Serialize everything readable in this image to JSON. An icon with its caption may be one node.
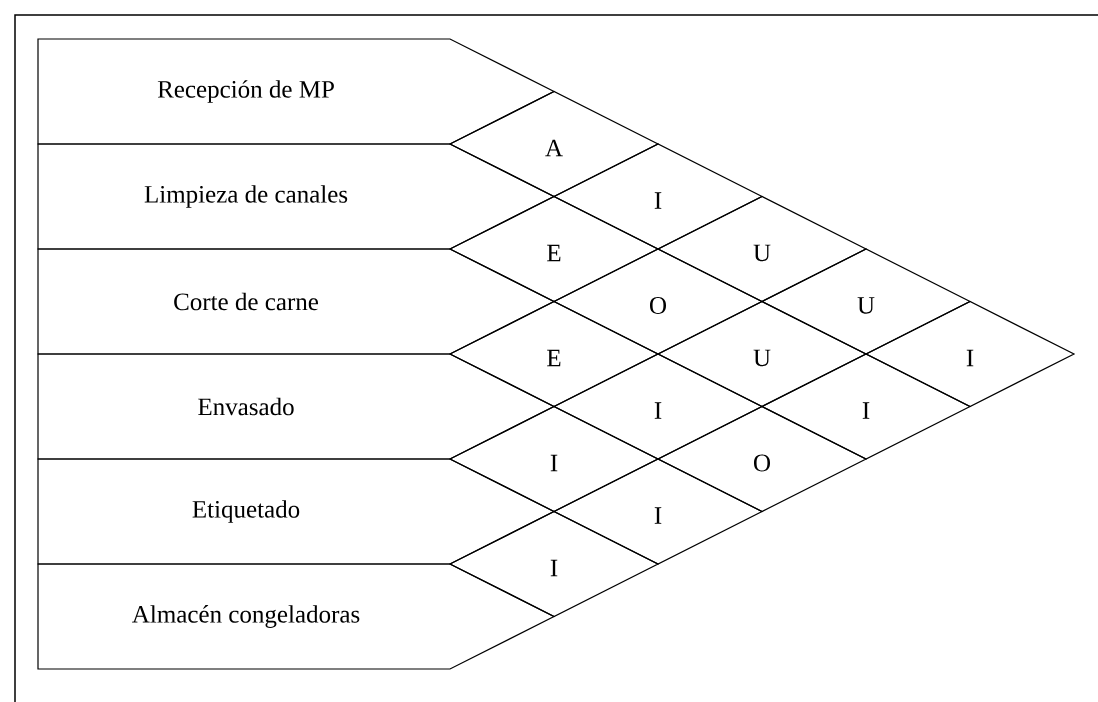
{
  "diagram": {
    "nodes": [
      {
        "text": [
          "Recepción de MP"
        ]
      },
      {
        "text": [
          "Limpieza de canales"
        ]
      },
      {
        "text": [
          "Corte de carne"
        ]
      },
      {
        "text": [
          "Envasado"
        ]
      },
      {
        "text": [
          "Etiquetado"
        ]
      },
      {
        "text": [
          "Almacén congeladoras"
        ]
      },
      {
        "text": [
          "A"
        ]
      },
      {
        "text": [
          "I"
        ]
      },
      {
        "text": [
          "E"
        ]
      },
      {
        "text": [
          "U"
        ]
      },
      {
        "text": [
          "O"
        ]
      },
      {
        "text": [
          "U"
        ]
      },
      {
        "text": [
          "E"
        ]
      },
      {
        "text": [
          "U"
        ]
      },
      {
        "text": [
          "I"
        ]
      },
      {
        "text": [
          "I"
        ]
      },
      {
        "text": [
          "I"
        ]
      },
      {
        "text": [
          "I"
        ]
      },
      {
        "text": [
          "O"
        ]
      },
      {
        "text": [
          "I"
        ]
      },
      {
        "text": [
          "I"
        ]
      }
    ]
  }
}
